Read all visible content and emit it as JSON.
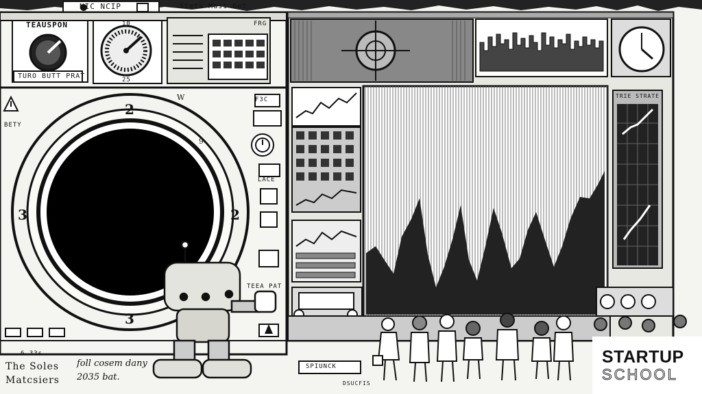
{
  "header": {
    "title": "NIC NCIP",
    "subtitle": "Stets Masi Get"
  },
  "left_console": {
    "gauge_label": "TEAUSPON",
    "gauge_caption": "TURO BUTT PRAT",
    "dial_top": "10",
    "dial_bottom": "25",
    "panel_tag": "FRG",
    "side_label": "BETY",
    "small_code": "6 33s"
  },
  "porthole": {
    "num_top": "2",
    "num_bottom": "3",
    "num_left": "3",
    "num_right": "2",
    "tick_a": "W",
    "tick_b": "9"
  },
  "right_side_controls": {
    "label_a": "F3C",
    "label_b": "LACE",
    "label_c": "TEEA PAT"
  },
  "big_chart": {
    "panel_tag": "TRIE STRATE"
  },
  "captions": {
    "left_line1": "The Soles",
    "left_line2": "Matcsiers",
    "mid_line1": "foll cosem dany",
    "mid_line2": "2035 bat.",
    "floor_sign": "SPIUNCK",
    "floor_note": "DSUCFIS"
  },
  "logo": {
    "top": "STARTUP",
    "bottom": "SCHOOL"
  },
  "icons": [
    "warning-icon",
    "clock-icon",
    "wrench-icon",
    "robot",
    "gauge-icon"
  ],
  "colors": {
    "ink": "#111111",
    "paper": "#f4f4f0",
    "panel": "#dcdcd6"
  }
}
